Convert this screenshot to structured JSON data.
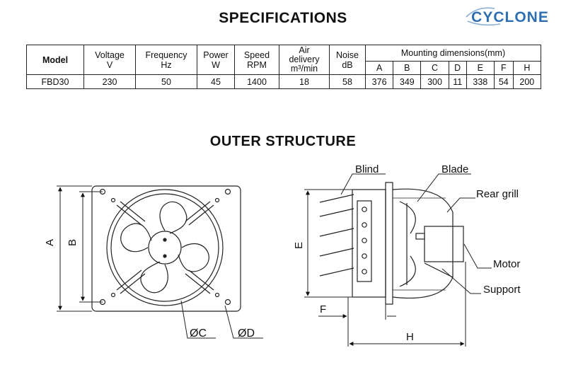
{
  "brand": {
    "name": "CYCLONE",
    "color": "#2f6fb1"
  },
  "spec_title": "SPECIFICATIONS",
  "structure_title": "OUTER STRUCTURE",
  "table": {
    "model_header": "Model",
    "columns": [
      {
        "name": "Voltage",
        "unit": "V"
      },
      {
        "name": "Frequency",
        "unit": "Hz"
      },
      {
        "name": "Power",
        "unit": "W"
      },
      {
        "name": "Speed",
        "unit": "RPM"
      },
      {
        "name_line1": "Air",
        "name_line2": "delivery",
        "unit": "m³/min"
      },
      {
        "name": "Noise",
        "unit": "dB"
      }
    ],
    "mounting_header": "Mounting dimensions(mm)",
    "mounting_columns": [
      "A",
      "B",
      "C",
      "D",
      "E",
      "F",
      "H"
    ],
    "rows": [
      {
        "model": "FBD30",
        "values": [
          "230",
          "50",
          "45",
          "1400",
          "18",
          "58"
        ],
        "mounting": [
          "376",
          "349",
          "300",
          "11",
          "338",
          "54",
          "200"
        ]
      }
    ]
  },
  "front_view": {
    "labels": {
      "A": "A",
      "B": "B",
      "C": "ØC",
      "D": "ØD"
    }
  },
  "side_view": {
    "labels": {
      "blind": "Blind",
      "blade": "Blade",
      "rear_grill": "Rear grill",
      "motor": "Motor",
      "support": "Support",
      "E": "E",
      "F": "F",
      "H": "H"
    }
  }
}
